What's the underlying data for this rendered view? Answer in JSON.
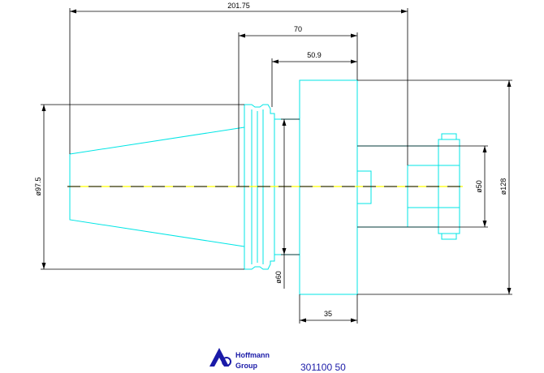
{
  "dimensions": {
    "overall_length": "201.75",
    "length_70": "70",
    "length_50_9": "50.9",
    "length_35": "35",
    "dia_97_5": "ø97.5",
    "dia_60": "ø60",
    "dia_50": "ø50",
    "dia_128": "ø128"
  },
  "logo": {
    "line1": "Hoffmann",
    "line2": "Group"
  },
  "part_number": "301100 50",
  "colors": {
    "part_outline": "#00e5e5",
    "dimension": "#000000",
    "centerline_yellow": "#ffff00",
    "brand": "#1a1aa8"
  }
}
